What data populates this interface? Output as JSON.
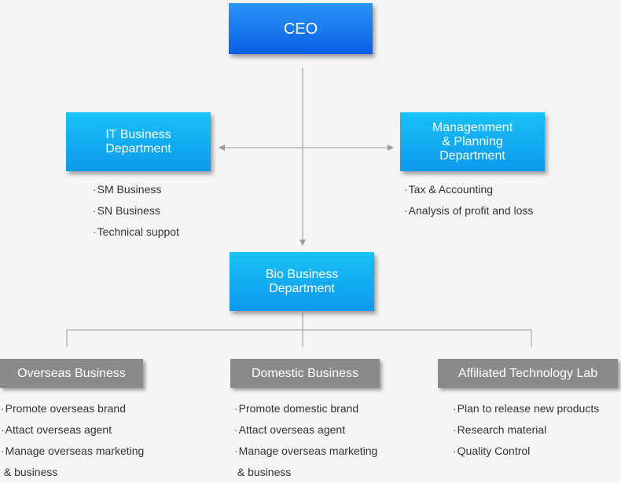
{
  "colors": {
    "ceo": "#0a5fe6",
    "department": "#0d98ee",
    "division": "#8a8a8a",
    "connector": "#b5b5b5"
  },
  "bullet_char": "·",
  "ceo": {
    "label": "CEO"
  },
  "it_department": {
    "label": "IT Business\nDepartment",
    "items": [
      "SM Business",
      "SN Business",
      "Technical suppot"
    ]
  },
  "management_department": {
    "label": "Managenment\n& Planning\nDepartment",
    "items": [
      "Tax & Accounting",
      "Analysis of profit and loss"
    ]
  },
  "bio_department": {
    "label": "Bio Business\nDepartment"
  },
  "divisions": [
    {
      "label": "Overseas Business",
      "items": [
        "Promote overseas brand",
        "Attact overseas agent",
        "Manage overseas marketing",
        " & business"
      ]
    },
    {
      "label": "Domestic Business",
      "items": [
        "Promote domestic brand",
        "Attact overseas agent",
        "Manage overseas marketing",
        " & business"
      ]
    },
    {
      "label": "Affiliated Technology Lab",
      "items": [
        "Plan to release new products",
        "Research material",
        "Quality Control"
      ]
    }
  ]
}
